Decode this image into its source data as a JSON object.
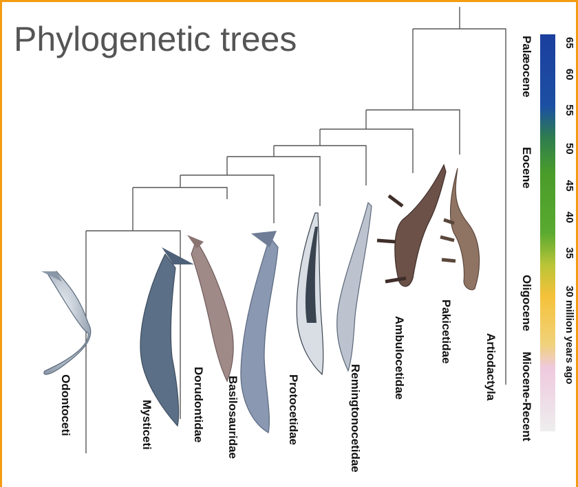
{
  "slide": {
    "title": "Phylogenetic trees"
  },
  "taxa": [
    {
      "name": "Odontoceti"
    },
    {
      "name": "Mysticeti"
    },
    {
      "name": "Dorudontidae"
    },
    {
      "name": "Basilosauridae"
    },
    {
      "name": "Protocetidae"
    },
    {
      "name": "Remingtonocetidae"
    },
    {
      "name": "Ambulocetidae"
    },
    {
      "name": "Pakicetidae"
    },
    {
      "name": "Artiodactyla"
    }
  ],
  "epochs": [
    "Palæocene",
    "Eocene",
    "Oligocene",
    "Miocene-Recent"
  ],
  "time_ticks": [
    "65",
    "60",
    "55",
    "50",
    "45",
    "40",
    "35",
    "30 million years ago"
  ],
  "colors": {
    "frame": "#f39c12",
    "tree_lines": "#555555",
    "scale_gradient": [
      "#1b3f9e",
      "#1c4fa3",
      "#2e7d4f",
      "#4a9c2a",
      "#5aaa30",
      "#b9c437",
      "#f5c23a",
      "#efc9de",
      "#eeeeee"
    ]
  }
}
